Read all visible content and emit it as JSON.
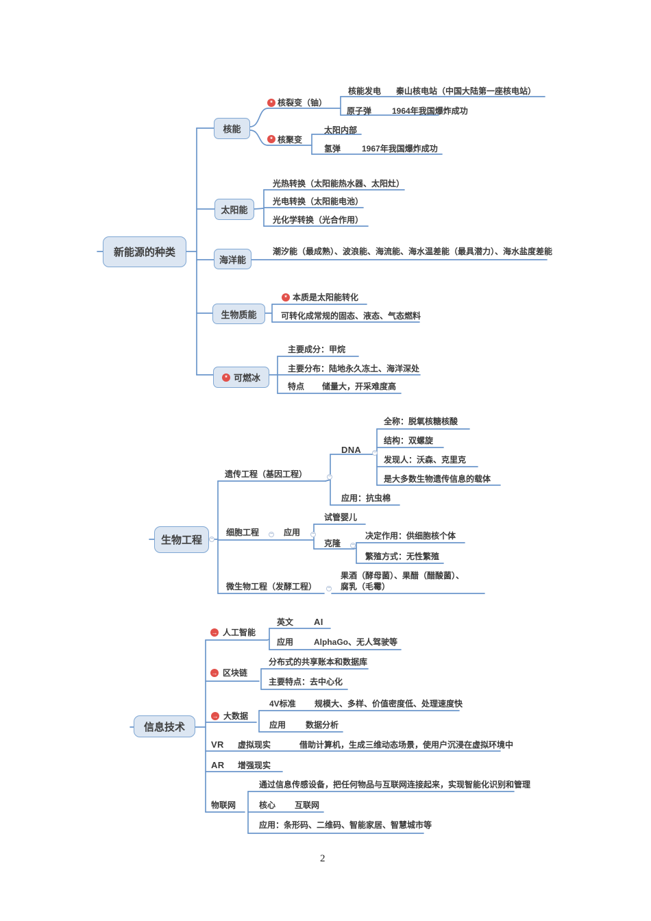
{
  "page_number": "2",
  "icons": {
    "star_badge": "*",
    "arrow_badge": "→",
    "collapse_handle": "−"
  },
  "colors": {
    "node_fill": "#dce6f2",
    "node_border": "#7ea6d3",
    "line": "#6b96cb",
    "badge_red": "#e2504a"
  },
  "energy": {
    "root": "新能源的种类",
    "nuclear": {
      "label": "核能",
      "fission_label": "核裂变（铀）",
      "power_label": "核能发电",
      "power_value": "秦山核电站（中国大陆第一座核电站）",
      "bomb_label": "原子弹",
      "bomb_value": "1964年我国爆炸成功",
      "fusion_label": "核聚变",
      "fusion_sun": "太阳内部",
      "hbomb_label": "氢弹",
      "hbomb_value": "1967年我国爆炸成功"
    },
    "solar": {
      "label": "太阳能",
      "thermal": "光热转换（太阳能热水器、太阳灶）",
      "electric": "光电转换（太阳能电池）",
      "chemical": "光化学转换（光合作用）"
    },
    "ocean": {
      "label": "海洋能",
      "desc": "潮汐能（最成熟）、波浪能、海流能、海水温差能（最具潜力）、海水盐度差能"
    },
    "biomass": {
      "label": "生物质能",
      "essence": "本质是太阳能转化",
      "convert": "可转化成常规的固态、液态、气态燃料"
    },
    "ice": {
      "label": "可燃冰",
      "component": "主要成分：甲烷",
      "distribution": "主要分布：陆地永久冻土、海洋深处",
      "feature_label": "特点",
      "feature_value": "储量大，开采难度高"
    }
  },
  "bio": {
    "root": "生物工程",
    "genetic": {
      "label": "遗传工程（基因工程）",
      "dna_label": "DNA",
      "dna_fullname": "全称：脱氧核糖核酸",
      "dna_structure": "结构：双螺旋",
      "dna_discoverers": "发现人：沃森、克里克",
      "dna_carrier": "是大多数生物遗传信息的载体",
      "application": "应用：抗虫棉"
    },
    "cell": {
      "label": "细胞工程",
      "app_label": "应用",
      "tube_baby": "试管婴儿",
      "clone_label": "克隆",
      "clone_decisive": "决定作用：供细胞核个体",
      "clone_reproduction": "繁殖方式：无性繁殖"
    },
    "micro": {
      "label": "微生物工程（发酵工程）",
      "products_line1": "果酒（酵母菌）、果醋（醋酸菌）、",
      "products_line2": "腐乳（毛霉）"
    }
  },
  "it": {
    "root": "信息技术",
    "ai": {
      "label": "人工智能",
      "en_label": "英文",
      "en_value": "AI",
      "app_label": "应用",
      "app_value": "AlphaGo、无人驾驶等"
    },
    "blockchain": {
      "label": "区块链",
      "desc": "分布式的共享账本和数据库",
      "feature": "主要特点：去中心化"
    },
    "bigdata": {
      "label": "大数据",
      "v_label": "4V标准",
      "v_value": "规模大、多样、价值密度低、处理速度快",
      "app_label": "应用",
      "app_value": "数据分析"
    },
    "vr": {
      "label": "VR",
      "name": "虚拟现实",
      "desc": "借助计算机，生成三维动态场景，使用户沉浸在虚拟环境中"
    },
    "ar": {
      "label": "AR",
      "name": "增强现实"
    },
    "iot": {
      "label": "物联网",
      "desc": "通过信息传感设备，把任何物品与互联网连接起来，实现智能化识别和管理",
      "core_label": "核心",
      "core_value": "互联网",
      "app": "应用：条形码、二维码、智能家居、智慧城市等"
    }
  }
}
